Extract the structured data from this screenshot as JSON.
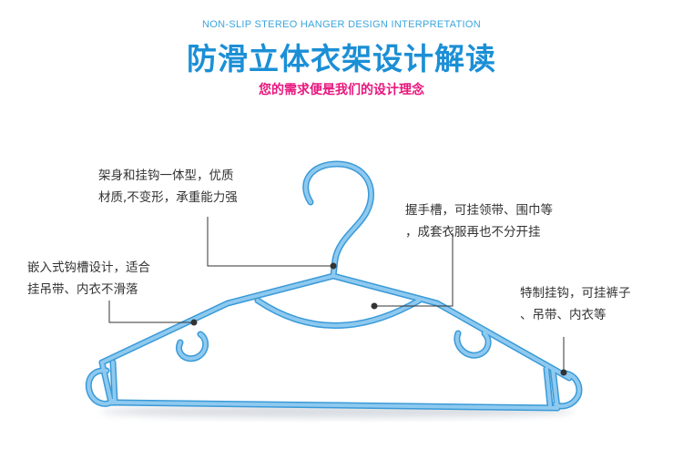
{
  "header": {
    "en_subtitle": "NON-SLIP STEREO HANGER DESIGN INTERPRETATION",
    "title": "防滑立体衣架设计解读",
    "slogan": "您的需求便是我们的设计理念"
  },
  "callouts": {
    "integrated": {
      "line1": "架身和挂钩一体型，优质",
      "line2": "材质,不变形，承重能力强"
    },
    "grip": {
      "line1": "握手槽，可挂领带、围巾等",
      "line2": "，成套衣服再也不分开挂"
    },
    "groove": {
      "line1": "嵌入式钩槽设计，适合",
      "line2": "挂吊带、内衣不滑落"
    },
    "hook": {
      "line1": "特制挂钩，可挂裤子",
      "line2": "、吊带、内衣等"
    }
  },
  "colors": {
    "title": "#1b8fd6",
    "slogan": "#e8167d",
    "hanger": "#8ec9ef",
    "hanger_outline": "#3a9ad8",
    "leader": "#333333"
  }
}
